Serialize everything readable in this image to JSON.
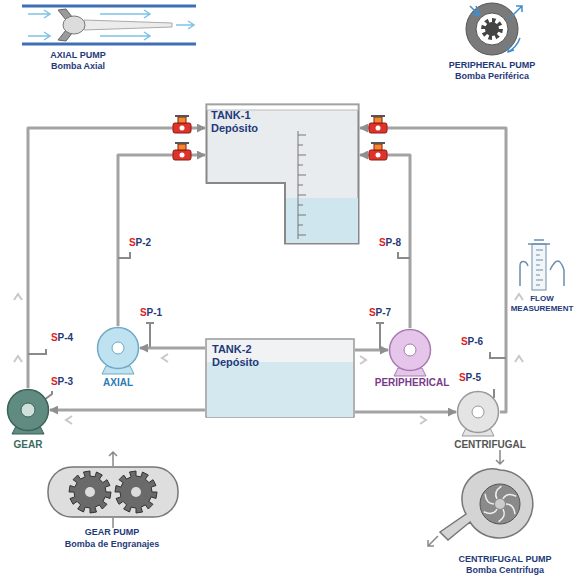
{
  "diagram": {
    "nodes": [
      {
        "text": [
          "TANK-1 Depósito"
        ]
      },
      {
        "text": [
          "AXIAL"
        ]
      },
      {
        "text": [
          "TANK-2 Depósito"
        ]
      },
      {
        "text": [
          "PERIPHERICAL"
        ]
      },
      {
        "text": [
          "GEAR"
        ]
      },
      {
        "text": [
          "CENTRIFUGAL"
        ]
      }
    ],
    "edges": [
      {
        "from": 2,
        "to": 1,
        "arrow": "to"
      },
      {
        "from": 1,
        "to": 0,
        "arrow": "to"
      },
      {
        "from": 2,
        "to": 3,
        "arrow": "to"
      },
      {
        "from": 3,
        "to": 0,
        "arrow": "to"
      },
      {
        "from": 2,
        "to": 4,
        "arrow": "to"
      },
      {
        "from": 4,
        "to": 0,
        "arrow": "to"
      },
      {
        "from": 2,
        "to": 5,
        "arrow": "to"
      },
      {
        "from": 5,
        "to": 0,
        "arrow": "to"
      }
    ],
    "labels": [
      "AXIAL PUMP",
      "Bomba Axial",
      "PERIPHERAL PUMP",
      "Bomba Periférica",
      "SP-2",
      "SP-8",
      "FLOW MEASUREMENT",
      "SP-1",
      "SP-7",
      "SP-4",
      "SP-6",
      "SP-3",
      "SP-5",
      "GEAR PUMP",
      "Bomba de Engranajes",
      "CENTRIFUGAL PUMP",
      "Bomba Centrifuga"
    ]
  }
}
